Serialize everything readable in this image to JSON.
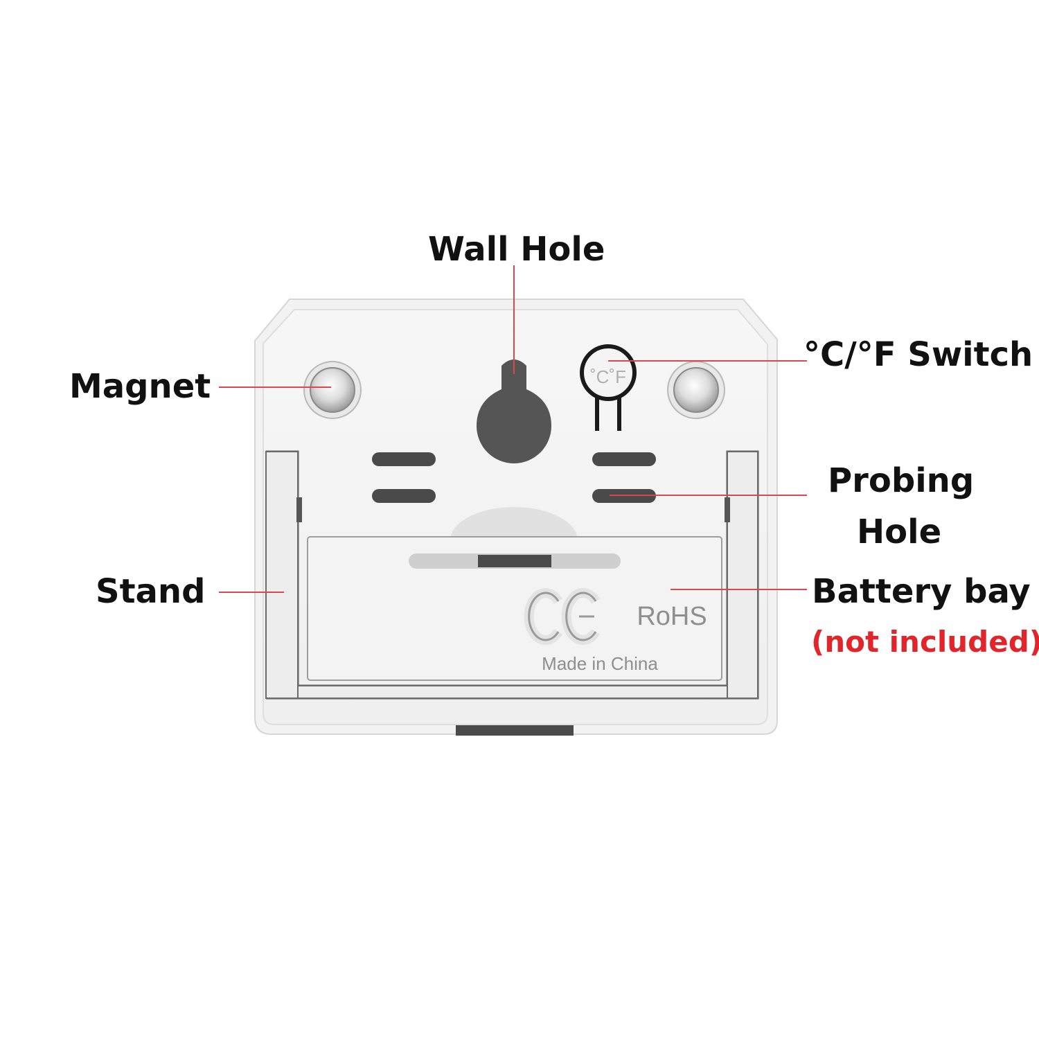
{
  "callouts": {
    "wall_hole": "Wall Hole",
    "magnet": "Magnet",
    "switch": "°C/°F Switch",
    "probing_hole_line1": "Probing",
    "probing_hole_line2": "Hole",
    "stand": "Stand",
    "battery_bay": "Battery bay",
    "battery_note": "(not included)"
  },
  "device_markings": {
    "switch_units": "˚C˚F",
    "ce_mark": "CE",
    "rohs": "RoHS",
    "origin": "Made in China"
  },
  "colors": {
    "leader_line": "#d9474f",
    "battery_note": "#e0262b"
  }
}
